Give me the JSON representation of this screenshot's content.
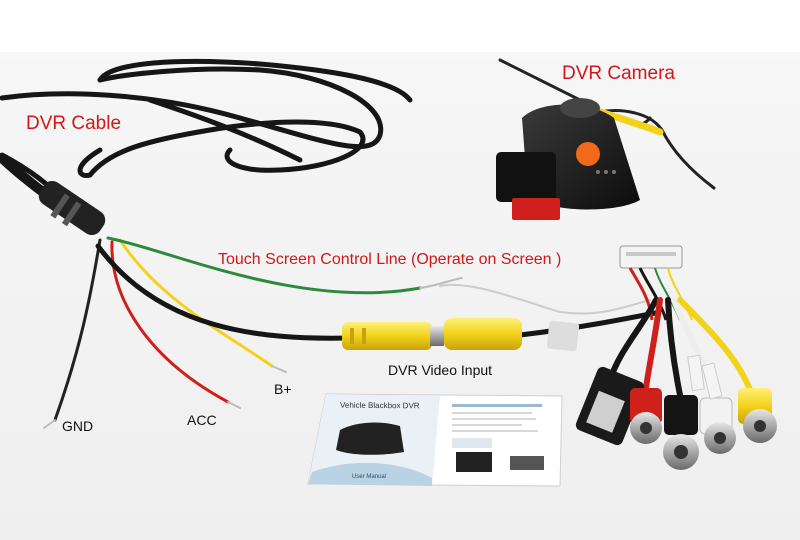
{
  "labels": {
    "dvr_cable": "DVR Cable",
    "dvr_camera": "DVR Camera",
    "touch_screen": "Touch Screen Control Line (Operate on Screen )",
    "dvr_video_input": "DVR Video Input",
    "gnd": "GND",
    "acc": "ACC",
    "b_plus": "B+"
  },
  "manual": {
    "cover_title": "Vehicle Blackbox DVR",
    "cover_subtitle": "User Manual"
  },
  "colors": {
    "label_red": "#d01818",
    "wire_red": "#d0201c",
    "wire_yellow": "#f2d21a",
    "wire_green": "#2c8a3c",
    "wire_black": "#161616",
    "connector_orange": "#f06a1a"
  }
}
